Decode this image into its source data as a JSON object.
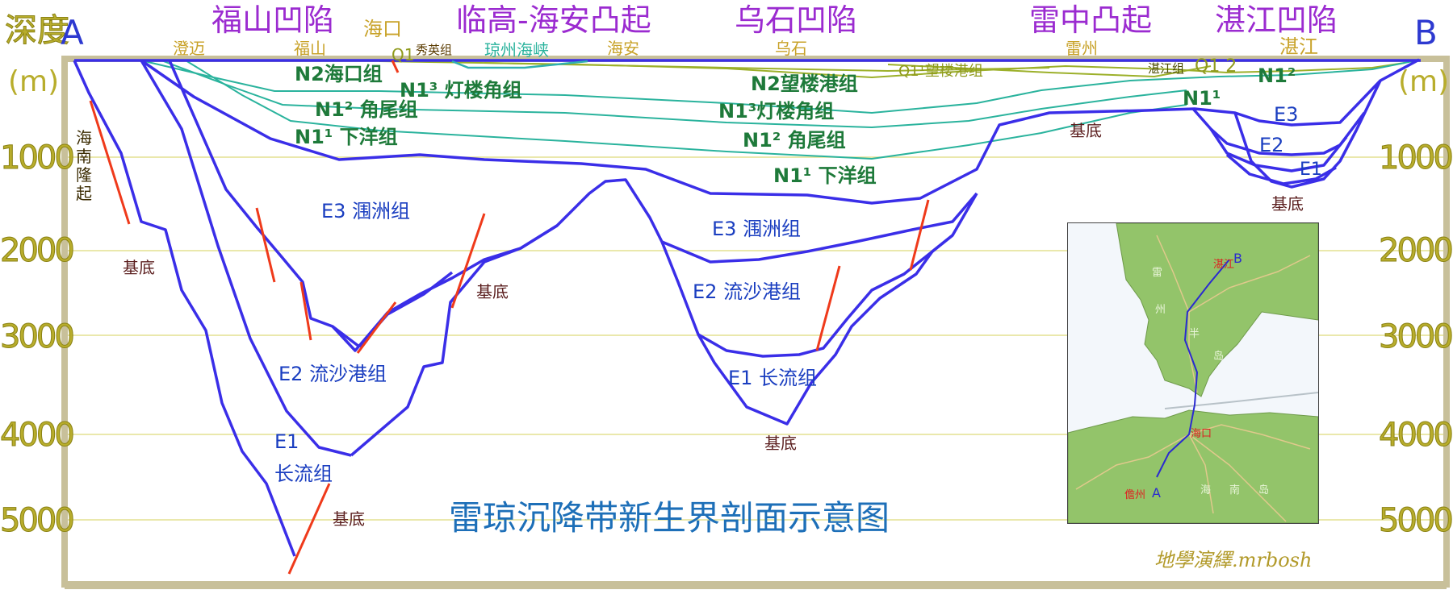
{
  "title": "雷琼沉降带新生界剖面示意图",
  "watermark": "地學演繹.mrbosh",
  "section_ends": {
    "left": "A",
    "right": "B"
  },
  "depth_axis": {
    "title": "深度",
    "unit_left": "(m)",
    "unit_right": "(m)",
    "ticks": [
      "1000",
      "2000",
      "3000",
      "4000",
      "5000"
    ]
  },
  "regions": [
    {
      "name": "福山凹陷"
    },
    {
      "name": "临高-海安凸起"
    },
    {
      "name": "乌石凹陷"
    },
    {
      "name": "雷中凸起"
    },
    {
      "name": "湛江凹陷"
    }
  ],
  "places": {
    "chengmai": "澄迈",
    "haikou": "海口",
    "fushan": "福山",
    "qiongzhou": "琼州海峡",
    "haian": "海安",
    "wushi": "乌石",
    "leizhou": "雷州",
    "zhanjiang": "湛江"
  },
  "formations": {
    "n2_haikou": "N2海口组",
    "q1_xiuying": "Q1",
    "xiuying_label": "秀英组",
    "n13_left": "N1³ 灯楼角组",
    "n12_left": "N1² 角尾组",
    "n11_left": "N1¹ 下洋组",
    "n2_wanglou": "N2望楼港组",
    "q1_wanglou": "Q1¹望楼港组",
    "n13_mid": "N1³灯楼角组",
    "n12_mid": "N1² 角尾组",
    "n11_mid": "N1¹ 下洋组",
    "zhanjiang_zu": "湛江组",
    "q12": "Q1 2",
    "n12_right": "N1²",
    "n11_right": "N1¹",
    "e3_right": "E3",
    "e2_right": "E2",
    "e1_right": "E1",
    "e3_left": "E3 涠洲组",
    "e2_left": "E2 流沙港组",
    "e1_left_a": "E1",
    "e1_left_b": "长流组",
    "e3_mid": "E3 涠洲组",
    "e2_mid": "E2 流沙港组",
    "e1_mid": "E1 长流组",
    "hainan_uplift": "海南隆起"
  },
  "basement_labels": [
    "基底",
    "基底",
    "基底",
    "基底",
    "基底",
    "基底"
  ],
  "inset_map": {
    "labels": {
      "lei": "雷",
      "zhou": "州",
      "ban": "半",
      "dao": "岛",
      "zhanjiang": "湛江",
      "haikou": "海口",
      "danzhou": "儋州",
      "hai": "海",
      "nan": "南",
      "dao2": "岛",
      "pt_a": "A",
      "pt_b": "B"
    },
    "colors": {
      "land": "#93c46a",
      "sea": "#f3f7fb",
      "line": "#2a2ad0"
    }
  },
  "colors": {
    "boundary": "#3a2ee8",
    "fault": "#ef3a1b",
    "upper": "#2ab39d",
    "quaternary": "#9cb02a",
    "gridline": "#e4e090",
    "frame": "#c8c09a"
  }
}
